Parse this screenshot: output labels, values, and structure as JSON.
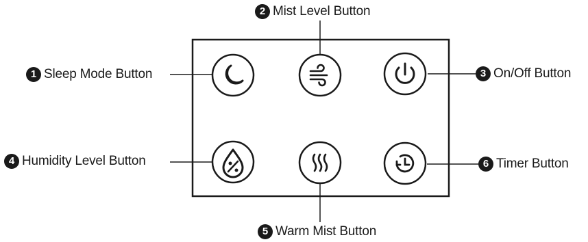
{
  "callouts": [
    {
      "number": "1",
      "label": "Sleep Mode Button"
    },
    {
      "number": "2",
      "label": "Mist Level Button"
    },
    {
      "number": "3",
      "label": "On/Off Button"
    },
    {
      "number": "4",
      "label": "Humidity Level Button"
    },
    {
      "number": "5",
      "label": "Warm Mist Button"
    },
    {
      "number": "6",
      "label": "Timer Button"
    }
  ],
  "icons": [
    "moon-icon",
    "wind-icon",
    "power-icon",
    "humidity-drop-percent-icon",
    "heat-waves-icon",
    "timer-icon"
  ],
  "colors": {
    "ink": "#1a1a1a",
    "background": "#ffffff"
  }
}
